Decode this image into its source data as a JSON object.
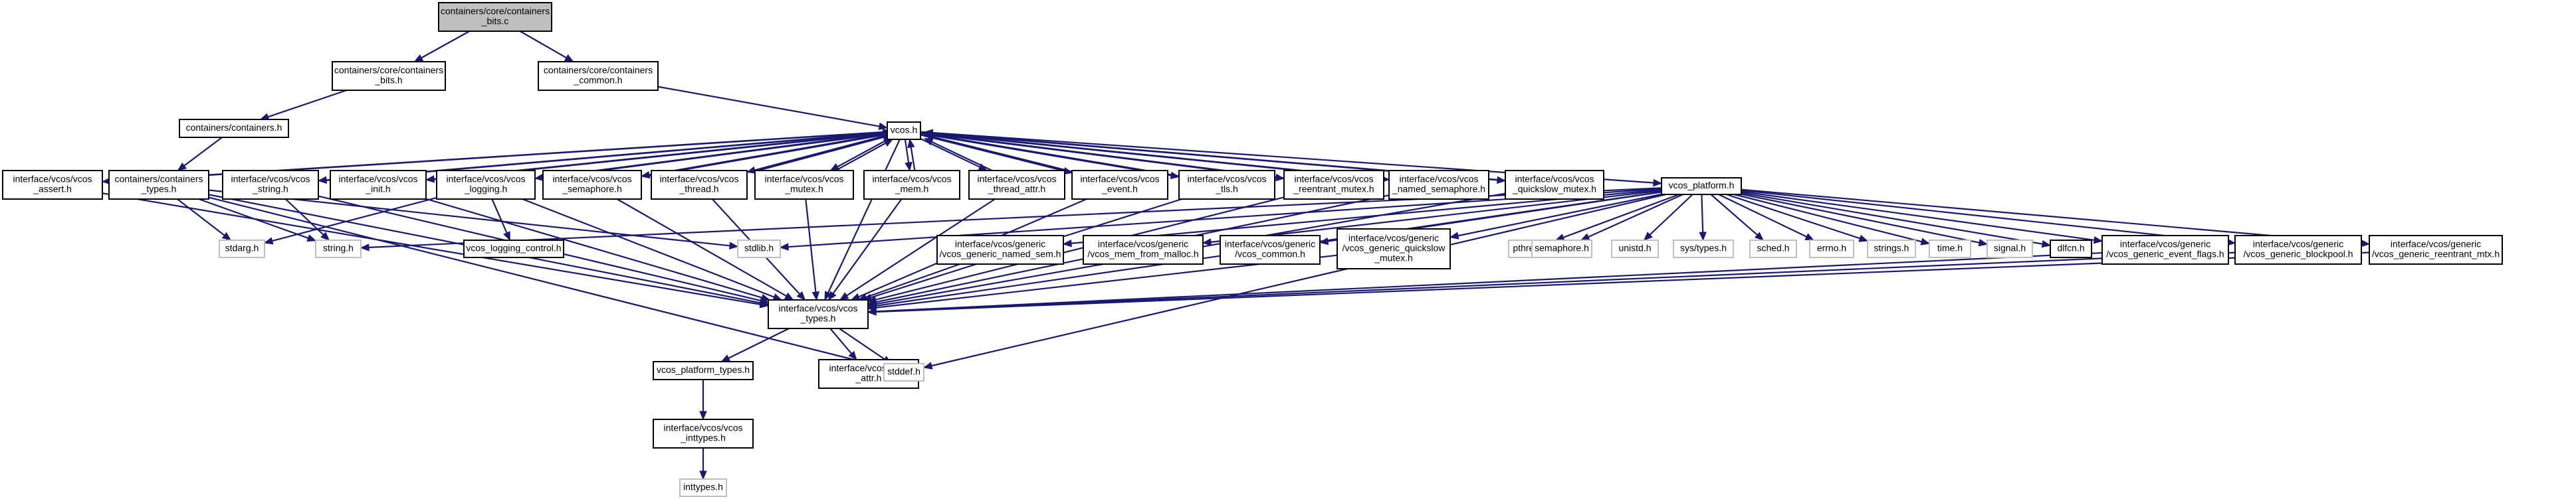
{
  "colors": {
    "edge": "#191970",
    "root_fill": "#bfbfbf",
    "node_border": "#000000",
    "system_border": "#bfbfbf",
    "background": "#ffffff"
  },
  "nodes": {
    "root": {
      "lines": [
        "containers/core/containers",
        "_bits.c"
      ],
      "kind": "root"
    },
    "bits_h": {
      "lines": [
        "containers/core/containers",
        "_bits.h"
      ],
      "kind": "file"
    },
    "common_h": {
      "lines": [
        "containers/core/containers",
        "_common.h"
      ],
      "kind": "file"
    },
    "containers_h": {
      "lines": [
        "containers/containers.h"
      ],
      "kind": "file"
    },
    "vcos_h": {
      "lines": [
        "vcos.h"
      ],
      "kind": "file"
    },
    "assert_h": {
      "lines": [
        "interface/vcos/vcos",
        "_assert.h"
      ],
      "kind": "file"
    },
    "ctypes_h": {
      "lines": [
        "containers/containers",
        "_types.h"
      ],
      "kind": "file"
    },
    "string_vc": {
      "lines": [
        "interface/vcos/vcos",
        "_string.h"
      ],
      "kind": "file"
    },
    "init_h": {
      "lines": [
        "interface/vcos/vcos",
        "_init.h"
      ],
      "kind": "file"
    },
    "logging_h": {
      "lines": [
        "interface/vcos/vcos",
        "_logging.h"
      ],
      "kind": "file"
    },
    "semaphore_vc": {
      "lines": [
        "interface/vcos/vcos",
        "_semaphore.h"
      ],
      "kind": "file"
    },
    "thread_h": {
      "lines": [
        "interface/vcos/vcos",
        "_thread.h"
      ],
      "kind": "file"
    },
    "mutex_h": {
      "lines": [
        "interface/vcos/vcos",
        "_mutex.h"
      ],
      "kind": "file"
    },
    "mem_h": {
      "lines": [
        "interface/vcos/vcos",
        "_mem.h"
      ],
      "kind": "file"
    },
    "thread_attr_h": {
      "lines": [
        "interface/vcos/vcos",
        "_thread_attr.h"
      ],
      "kind": "file"
    },
    "event_h": {
      "lines": [
        "interface/vcos/vcos",
        "_event.h"
      ],
      "kind": "file"
    },
    "tls_h": {
      "lines": [
        "interface/vcos/vcos",
        "_tls.h"
      ],
      "kind": "file"
    },
    "reentrant_h": {
      "lines": [
        "interface/vcos/vcos",
        "_reentrant_mutex.h"
      ],
      "kind": "file"
    },
    "named_sem_h": {
      "lines": [
        "interface/vcos/vcos",
        "_named_semaphore.h"
      ],
      "kind": "file"
    },
    "quickslow_h": {
      "lines": [
        "interface/vcos/vcos",
        "_quickslow_mutex.h"
      ],
      "kind": "file"
    },
    "platform_h": {
      "lines": [
        "vcos_platform.h"
      ],
      "kind": "file"
    },
    "stdarg_h": {
      "lines": [
        "stdarg.h"
      ],
      "kind": "sys"
    },
    "string_h": {
      "lines": [
        "string.h"
      ],
      "kind": "sys"
    },
    "logging_control_h": {
      "lines": [
        "vcos_logging_control.h"
      ],
      "kind": "file"
    },
    "stdlib_h": {
      "lines": [
        "stdlib.h"
      ],
      "kind": "sys"
    },
    "gen_named_sem_h": {
      "lines": [
        "interface/vcos/generic",
        "/vcos_generic_named_sem.h"
      ],
      "kind": "file"
    },
    "mem_malloc_h": {
      "lines": [
        "interface/vcos/generic",
        "/vcos_mem_from_malloc.h"
      ],
      "kind": "file"
    },
    "gen_common_h": {
      "lines": [
        "interface/vcos/generic",
        "/vcos_common.h"
      ],
      "kind": "file"
    },
    "gen_quickslow_h": {
      "lines": [
        "interface/vcos/generic",
        "/vcos_generic_quickslow",
        "_mutex.h"
      ],
      "kind": "file"
    },
    "pthread_h": {
      "lines": [
        "pthread.h"
      ],
      "kind": "sys"
    },
    "semaphore_h": {
      "lines": [
        "semaphore.h"
      ],
      "kind": "sys"
    },
    "unistd_h": {
      "lines": [
        "unistd.h"
      ],
      "kind": "sys"
    },
    "systypes_h": {
      "lines": [
        "sys/types.h"
      ],
      "kind": "sys"
    },
    "sched_h": {
      "lines": [
        "sched.h"
      ],
      "kind": "sys"
    },
    "errno_h": {
      "lines": [
        "errno.h"
      ],
      "kind": "sys"
    },
    "strings_h": {
      "lines": [
        "strings.h"
      ],
      "kind": "sys"
    },
    "time_h": {
      "lines": [
        "time.h"
      ],
      "kind": "sys"
    },
    "signal_h": {
      "lines": [
        "signal.h"
      ],
      "kind": "sys"
    },
    "dlfcn_h": {
      "lines": [
        "dlfcn.h"
      ],
      "kind": "file"
    },
    "gen_event_flags_h": {
      "lines": [
        "interface/vcos/generic",
        "/vcos_generic_event_flags.h"
      ],
      "kind": "file"
    },
    "gen_blockpool_h": {
      "lines": [
        "interface/vcos/generic",
        "/vcos_generic_blockpool.h"
      ],
      "kind": "file"
    },
    "gen_reentrant_h": {
      "lines": [
        "interface/vcos/generic",
        "/vcos_generic_reentrant_mtx.h"
      ],
      "kind": "file"
    },
    "types_h": {
      "lines": [
        "interface/vcos/vcos",
        "_types.h"
      ],
      "kind": "file"
    },
    "platform_types_h": {
      "lines": [
        "vcos_platform_types.h"
      ],
      "kind": "file"
    },
    "attr_h": {
      "lines": [
        "interface/vcos/vcos",
        "_attr.h"
      ],
      "kind": "file"
    },
    "stddef_h": {
      "lines": [
        "stddef.h"
      ],
      "kind": "sys"
    },
    "inttypes_vc": {
      "lines": [
        "interface/vcos/vcos",
        "_inttypes.h"
      ],
      "kind": "file"
    },
    "inttypes_h": {
      "lines": [
        "inttypes.h"
      ],
      "kind": "sys"
    }
  },
  "edges": [
    [
      "root",
      "bits_h"
    ],
    [
      "root",
      "common_h"
    ],
    [
      "bits_h",
      "containers_h"
    ],
    [
      "common_h",
      "vcos_h"
    ],
    [
      "containers_h",
      "ctypes_h"
    ],
    [
      "vcos_h",
      "assert_h"
    ],
    [
      "vcos_h",
      "string_vc"
    ],
    [
      "vcos_h",
      "init_h"
    ],
    [
      "vcos_h",
      "logging_h"
    ],
    [
      "vcos_h",
      "semaphore_vc"
    ],
    [
      "vcos_h",
      "thread_h"
    ],
    [
      "vcos_h",
      "mutex_h"
    ],
    [
      "vcos_h",
      "mem_h"
    ],
    [
      "vcos_h",
      "thread_attr_h"
    ],
    [
      "vcos_h",
      "event_h"
    ],
    [
      "vcos_h",
      "tls_h"
    ],
    [
      "vcos_h",
      "reentrant_h"
    ],
    [
      "vcos_h",
      "named_sem_h"
    ],
    [
      "vcos_h",
      "quickslow_h"
    ],
    [
      "vcos_h",
      "platform_h"
    ],
    [
      "vcos_h",
      "types_h"
    ],
    [
      "assert_h",
      "vcos_h"
    ],
    [
      "string_vc",
      "vcos_h"
    ],
    [
      "init_h",
      "vcos_h"
    ],
    [
      "logging_h",
      "vcos_h"
    ],
    [
      "semaphore_vc",
      "vcos_h"
    ],
    [
      "thread_h",
      "vcos_h"
    ],
    [
      "mutex_h",
      "vcos_h"
    ],
    [
      "mem_h",
      "vcos_h"
    ],
    [
      "thread_attr_h",
      "vcos_h"
    ],
    [
      "event_h",
      "vcos_h"
    ],
    [
      "tls_h",
      "vcos_h"
    ],
    [
      "reentrant_h",
      "vcos_h"
    ],
    [
      "named_sem_h",
      "vcos_h"
    ],
    [
      "quickslow_h",
      "vcos_h"
    ],
    [
      "ctypes_h",
      "stdarg_h"
    ],
    [
      "ctypes_h",
      "string_h"
    ],
    [
      "ctypes_h",
      "stdlib_h"
    ],
    [
      "ctypes_h",
      "stddef_h"
    ],
    [
      "ctypes_h",
      "types_h"
    ],
    [
      "assert_h",
      "types_h"
    ],
    [
      "string_vc",
      "string_h"
    ],
    [
      "string_vc",
      "types_h"
    ],
    [
      "init_h",
      "types_h"
    ],
    [
      "logging_h",
      "stdarg_h"
    ],
    [
      "logging_h",
      "logging_control_h"
    ],
    [
      "logging_h",
      "types_h"
    ],
    [
      "semaphore_vc",
      "types_h"
    ],
    [
      "thread_h",
      "types_h"
    ],
    [
      "mutex_h",
      "types_h"
    ],
    [
      "mem_h",
      "types_h"
    ],
    [
      "thread_attr_h",
      "types_h"
    ],
    [
      "event_h",
      "types_h"
    ],
    [
      "tls_h",
      "types_h"
    ],
    [
      "reentrant_h",
      "types_h"
    ],
    [
      "named_sem_h",
      "types_h"
    ],
    [
      "quickslow_h",
      "types_h"
    ],
    [
      "platform_h",
      "string_h"
    ],
    [
      "platform_h",
      "stdlib_h"
    ],
    [
      "platform_h",
      "gen_named_sem_h"
    ],
    [
      "platform_h",
      "mem_malloc_h"
    ],
    [
      "platform_h",
      "gen_common_h"
    ],
    [
      "platform_h",
      "gen_quickslow_h"
    ],
    [
      "platform_h",
      "pthread_h"
    ],
    [
      "platform_h",
      "semaphore_h"
    ],
    [
      "platform_h",
      "unistd_h"
    ],
    [
      "platform_h",
      "systypes_h"
    ],
    [
      "platform_h",
      "sched_h"
    ],
    [
      "platform_h",
      "errno_h"
    ],
    [
      "platform_h",
      "strings_h"
    ],
    [
      "platform_h",
      "time_h"
    ],
    [
      "platform_h",
      "signal_h"
    ],
    [
      "platform_h",
      "dlfcn_h"
    ],
    [
      "platform_h",
      "gen_event_flags_h"
    ],
    [
      "platform_h",
      "gen_blockpool_h"
    ],
    [
      "platform_h",
      "gen_reentrant_h"
    ],
    [
      "platform_h",
      "types_h"
    ],
    [
      "platform_h",
      "stddef_h"
    ],
    [
      "gen_named_sem_h",
      "types_h"
    ],
    [
      "gen_quickslow_h",
      "types_h"
    ],
    [
      "gen_event_flags_h",
      "types_h"
    ],
    [
      "gen_blockpool_h",
      "types_h"
    ],
    [
      "gen_reentrant_h",
      "types_h"
    ],
    [
      "types_h",
      "platform_types_h"
    ],
    [
      "types_h",
      "attr_h"
    ],
    [
      "types_h",
      "stddef_h"
    ],
    [
      "platform_types_h",
      "inttypes_vc"
    ],
    [
      "inttypes_vc",
      "inttypes_h"
    ]
  ]
}
